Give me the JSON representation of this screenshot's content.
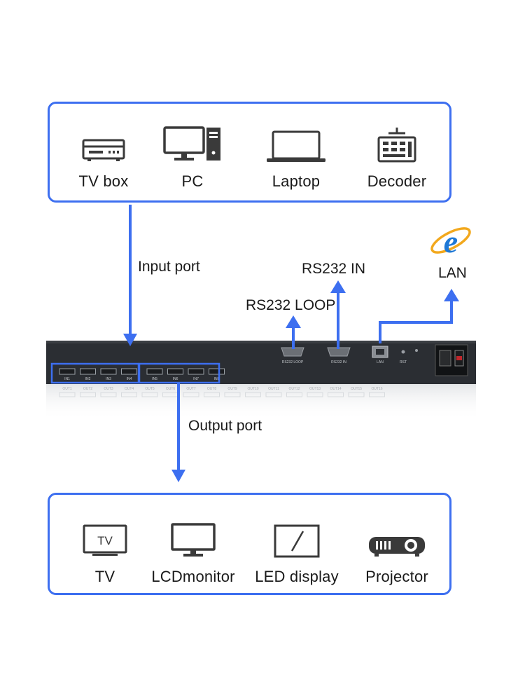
{
  "input_devices": [
    {
      "label": "TV box",
      "icon": "tv-box-icon"
    },
    {
      "label": "PC",
      "icon": "desktop-pc-icon"
    },
    {
      "label": "Laptop",
      "icon": "laptop-icon"
    },
    {
      "label": "Decoder",
      "icon": "decoder-icon"
    }
  ],
  "output_devices": [
    {
      "label": "TV",
      "icon": "tv-icon",
      "screen_text": "TV"
    },
    {
      "label": "LCDmonitor",
      "icon": "lcd-monitor-icon"
    },
    {
      "label": "LED display",
      "icon": "led-display-icon"
    },
    {
      "label": "Projector",
      "icon": "projector-icon"
    }
  ],
  "flow_labels": {
    "input_port": "Input port",
    "output_port": "Output port",
    "rs232_in": "RS232 IN",
    "rs232_loop": "RS232 LOOP",
    "lan": "LAN"
  },
  "device_panel": {
    "input_ports": [
      "IN1",
      "IN2",
      "IN3",
      "IN4",
      "IN5",
      "IN6",
      "IN7",
      "IN8"
    ],
    "output_ports": [
      "OUT1",
      "OUT2",
      "OUT3",
      "OUT4",
      "OUT5",
      "OUT6",
      "OUT7",
      "OUT8",
      "OUT9",
      "OUT10",
      "OUT11",
      "OUT12",
      "OUT13",
      "OUT14",
      "OUT15",
      "OUT16"
    ],
    "serial_labels": [
      "RS232 LOOP",
      "RS232 IN"
    ],
    "lan_port_label": "LAN",
    "reset_label": "RST"
  },
  "colors": {
    "accent": "#3d6ff0",
    "chassis": "#2b2e33",
    "text": "#1a1a1a"
  }
}
